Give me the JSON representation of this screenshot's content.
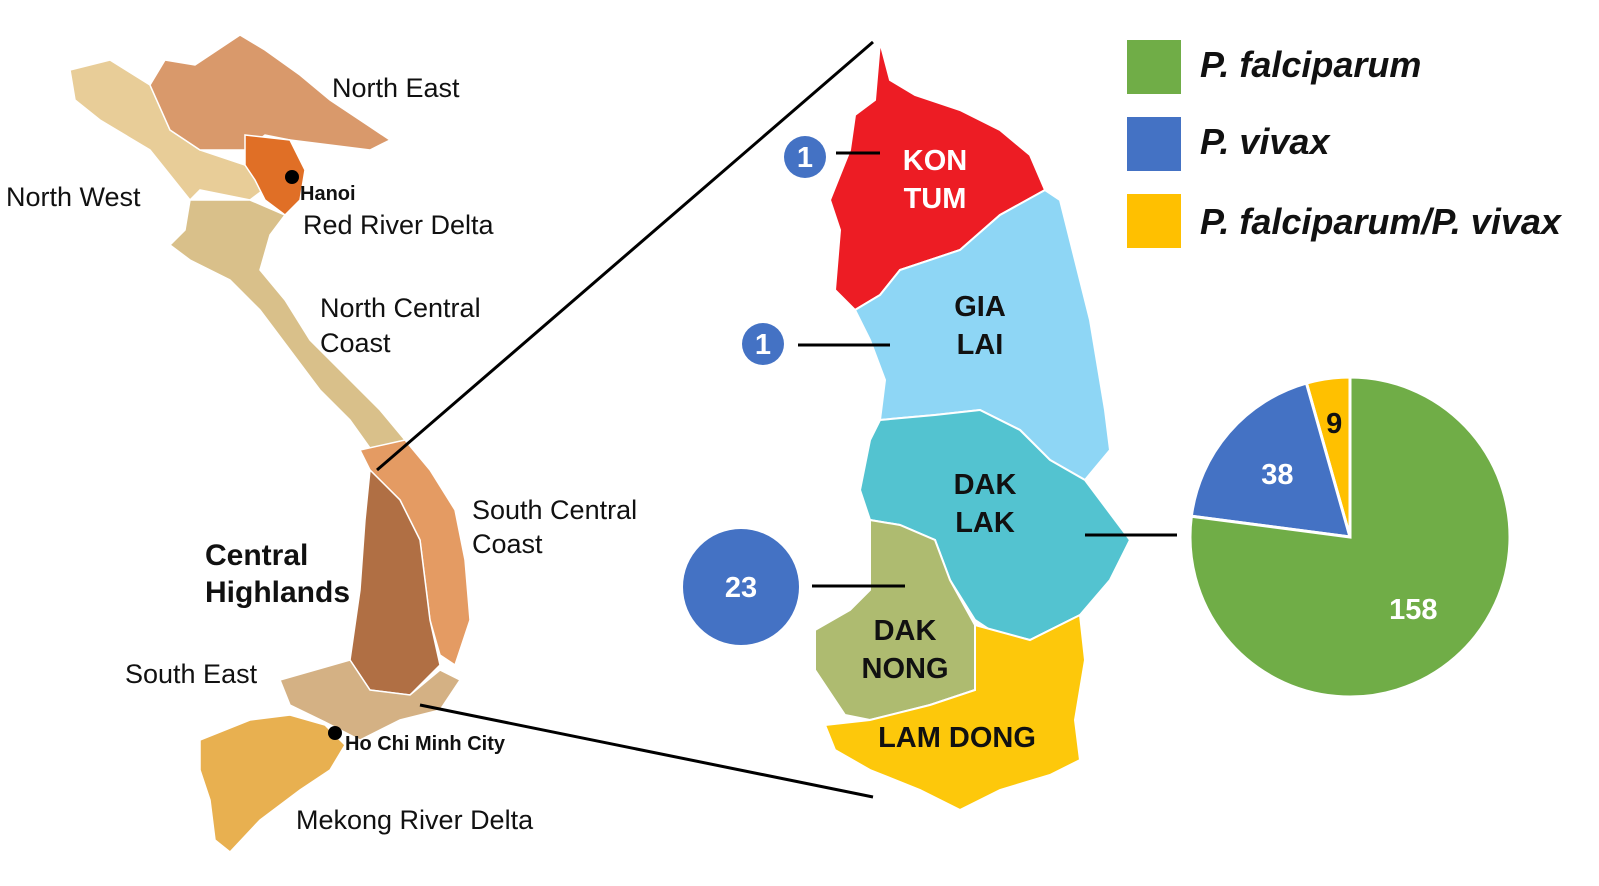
{
  "colors": {
    "pf": "#70ad47",
    "pv": "#4472c4",
    "mixed": "#ffc000",
    "kontum": "#ed1c24",
    "gialai": "#8ed6f5",
    "daklak": "#53c3d0",
    "daknong": "#aebb70",
    "lamdong": "#fdc80b"
  },
  "left_map": {
    "regions": [
      "North East",
      "North West",
      "Red River Delta",
      "North Central",
      "Coast",
      "South Central",
      "Coast",
      "Central",
      "Highlands",
      "South East",
      "Mekong River Delta"
    ],
    "cities": [
      "Hanoi",
      "Ho Chi Minh City"
    ]
  },
  "provinces": {
    "kontum": [
      "KON",
      "TUM"
    ],
    "gialai": [
      "GIA",
      "LAI"
    ],
    "daklak": [
      "DAK",
      "LAK"
    ],
    "daknong": [
      "DAK",
      "NONG"
    ],
    "lamdong": "LAM DONG"
  },
  "case_counts": {
    "kontum": "1",
    "gialai": "1",
    "daknong": "23"
  },
  "legend": [
    {
      "label": "P. falciparum",
      "color": "#70ad47"
    },
    {
      "label": "P. vivax",
      "color": "#4472c4"
    },
    {
      "label": "P. falciparum/P. vivax",
      "color": "#ffc000"
    }
  ],
  "chart_data": {
    "type": "pie",
    "title": "Dak Lak malaria cases",
    "categories": [
      "P. falciparum/P. vivax",
      "P. vivax",
      "P. falciparum"
    ],
    "values": [
      9,
      38,
      158
    ],
    "labels": [
      "9",
      "38",
      "158"
    ]
  }
}
